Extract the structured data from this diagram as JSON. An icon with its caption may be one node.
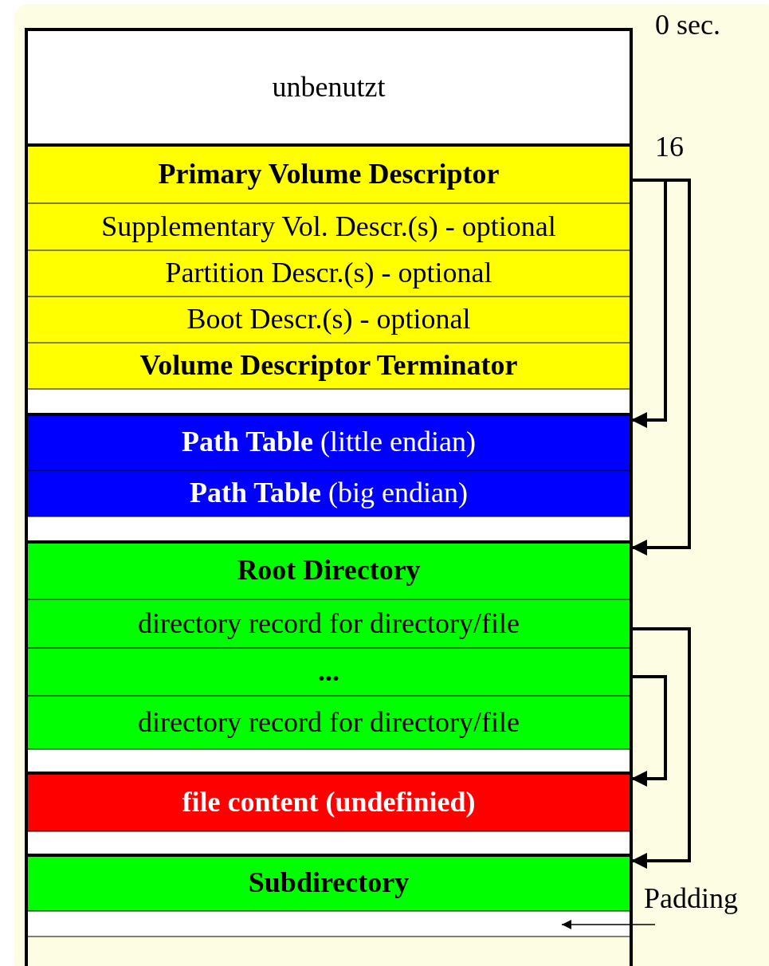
{
  "diagram": {
    "nodes": [
      {
        "text": [
          "unbenutzt"
        ]
      },
      {
        "text": [
          "Primary Volume Descriptor"
        ]
      },
      {
        "text": [
          "Supplementary Vol. Descr.(s) - optional"
        ]
      },
      {
        "text": [
          "Partition Descr.(s) - optional"
        ]
      },
      {
        "text": [
          "Boot Descr.(s) - optional"
        ]
      },
      {
        "text": [
          "Volume Descriptor Terminator"
        ]
      },
      {
        "text": [],
        "shape": "box"
      },
      {
        "text": [
          "**Path Table** (little endian)"
        ]
      },
      {
        "text": [
          "**Path Table** (big endian)"
        ]
      },
      {
        "text": [],
        "shape": "box"
      },
      {
        "text": [
          "Root Directory"
        ]
      },
      {
        "text": [
          "directory record for directory/file"
        ]
      },
      {
        "text": [
          "..."
        ]
      },
      {
        "text": [
          "directory record for directory/file"
        ]
      },
      {
        "text": [],
        "shape": "box"
      },
      {
        "text": [
          "file content (undefinied)"
        ]
      },
      {
        "text": [],
        "shape": "box"
      },
      {
        "text": [
          "Subdirectory"
        ]
      },
      {
        "text": [],
        "shape": "box"
      },
      {
        "text": [
          "Padding"
        ]
      }
    ],
    "edges": [
      {
        "from": 1,
        "to": 7,
        "arrow": "to"
      },
      {
        "from": 1,
        "to": 10,
        "arrow": "to"
      },
      {
        "from": 11,
        "to": 17,
        "arrow": "to"
      },
      {
        "from": 12,
        "to": 15,
        "arrow": "to"
      },
      {
        "from": 19,
        "to": 18,
        "arrow": "to"
      }
    ],
    "labels": [
      "0 sec.",
      "16"
    ]
  }
}
